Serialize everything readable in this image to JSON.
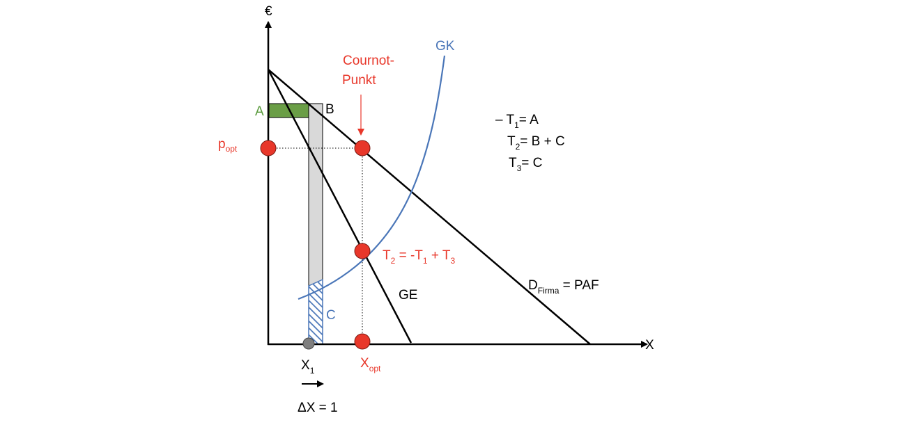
{
  "axes": {
    "y_label": "€",
    "x_label": "X"
  },
  "curves": {
    "gk": "GK",
    "ge": "GE",
    "demand": {
      "main": "D",
      "sub": "Firma",
      "rest": " = PAF"
    }
  },
  "cournot": {
    "line1": "Cournot-",
    "line2": "Punkt"
  },
  "price": {
    "main": "p",
    "sub": "opt"
  },
  "quantity": {
    "main": "X",
    "sub": "opt"
  },
  "x1": {
    "main": "X",
    "sub": "1"
  },
  "delta": "ΔX = 1",
  "areas": {
    "a": "A",
    "b": "B",
    "c": "C"
  },
  "t2_equation": {
    "p1": "T",
    "s1": "2",
    "p2": " = -T",
    "s2": "1",
    "p3": " + T",
    "s3": "3"
  },
  "legend": [
    {
      "prefix": "– T",
      "sub": "1",
      "rest": "= A"
    },
    {
      "prefix": "T",
      "sub": "2",
      "rest": "= B + C"
    },
    {
      "prefix": "T",
      "sub": "3",
      "rest": "= C"
    }
  ],
  "colors": {
    "red": "#e8372a",
    "blue": "#4a76b8",
    "green": "#6a9e46",
    "gray_fill": "#d9d9d9",
    "gray_point": "#7f7f7f"
  }
}
